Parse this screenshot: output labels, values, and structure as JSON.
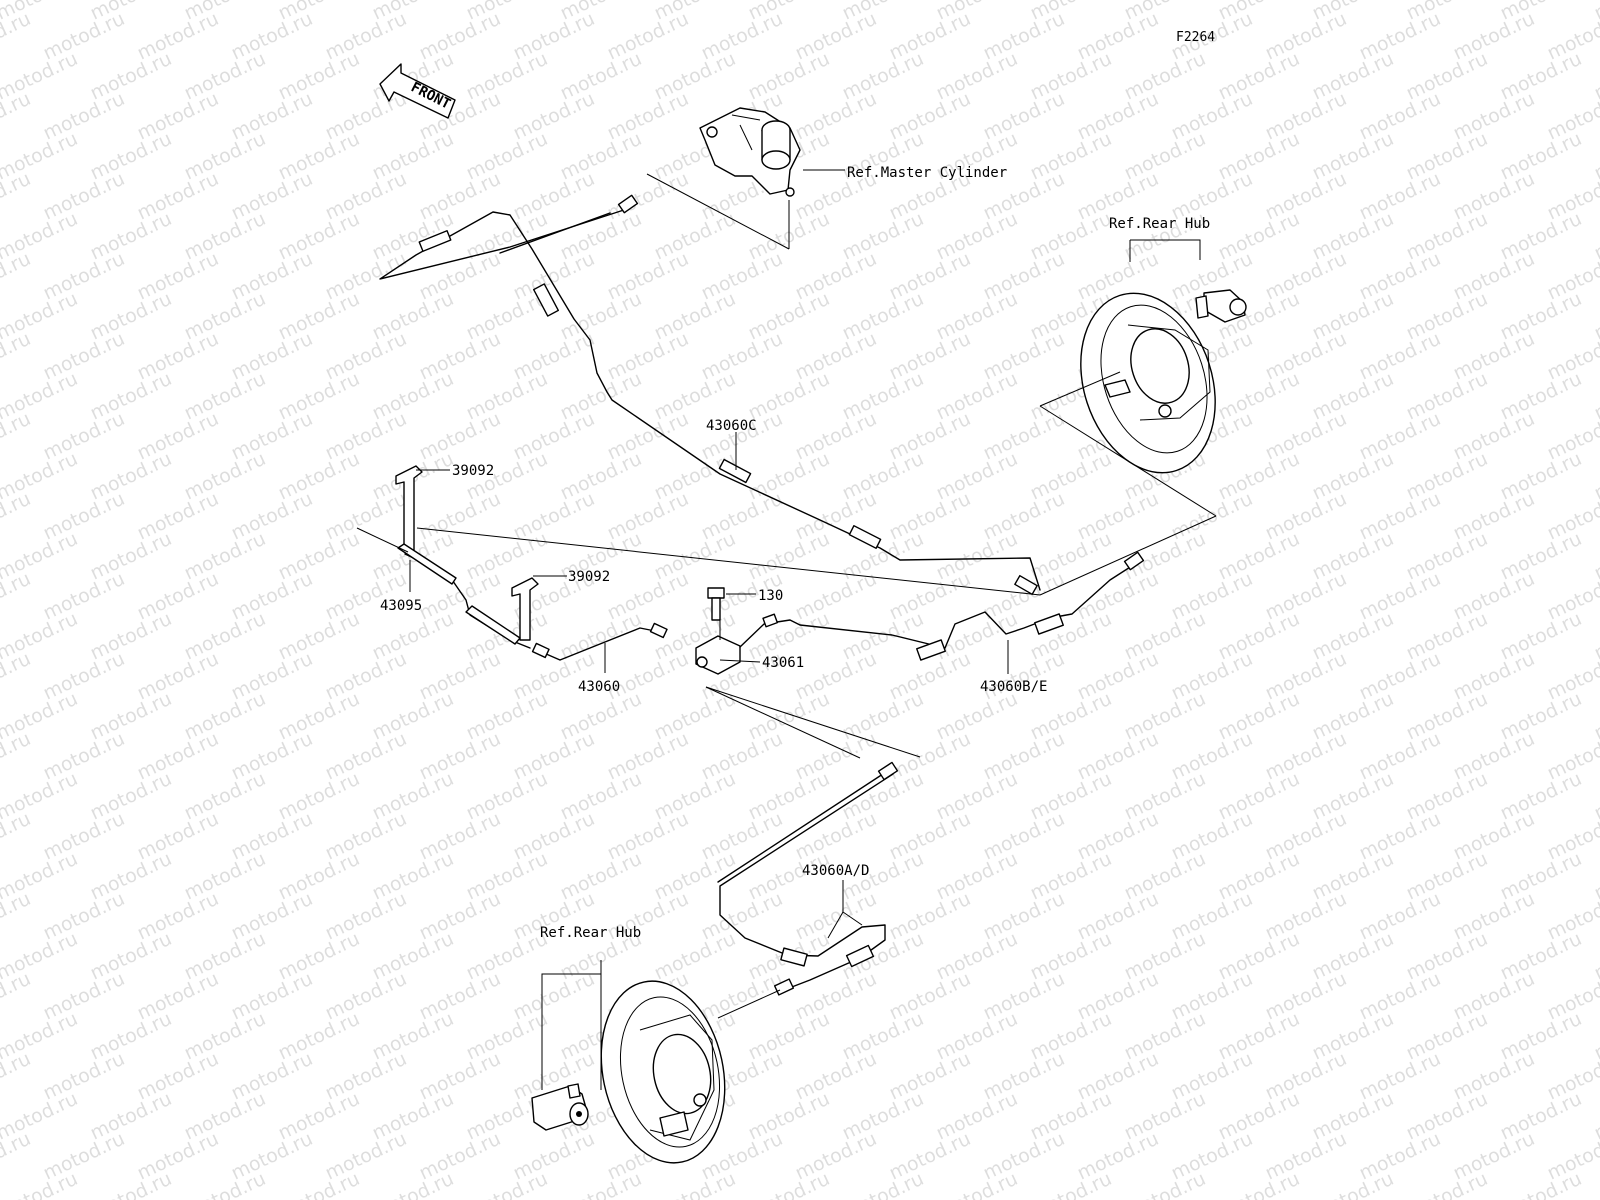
{
  "figure_code": "F2264",
  "direction_label": "FRONT",
  "watermark": "motod.ru",
  "references": {
    "master_cylinder": "Ref.Master Cylinder",
    "rear_hub_right": "Ref.Rear Hub",
    "rear_hub_left": "Ref.Rear Hub"
  },
  "part_labels": {
    "p43060C": "43060C",
    "p39092_top": "39092",
    "p39092_mid": "39092",
    "p130": "130",
    "p43095": "43095",
    "p43060": "43060",
    "p43061": "43061",
    "p43060BE": "43060B/E",
    "p43060AD": "43060A/D"
  }
}
